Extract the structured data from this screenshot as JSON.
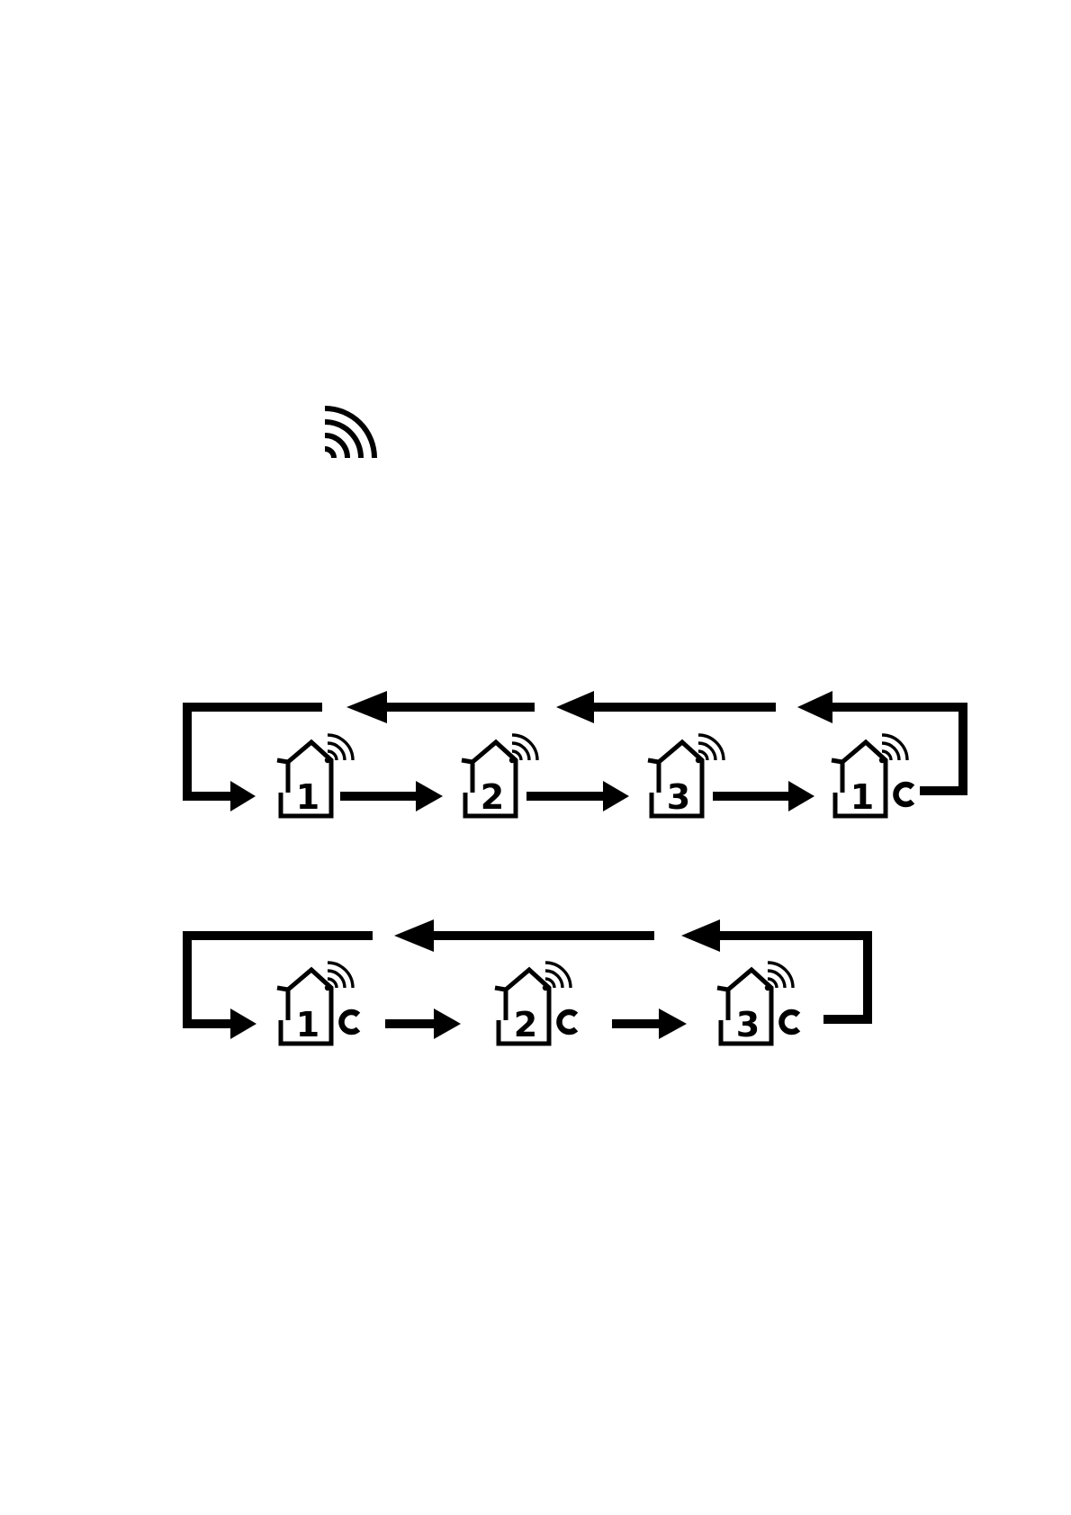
{
  "colors": {
    "ink": "#000000",
    "background": "#ffffff"
  },
  "signal_icon": {
    "icon": "wireless-signal-icon"
  },
  "rows": [
    {
      "steps": [
        {
          "channel": "1",
          "icon": "house-signal-icon",
          "suffix": ""
        },
        {
          "channel": "2",
          "icon": "house-signal-icon",
          "suffix": ""
        },
        {
          "channel": "3",
          "icon": "house-signal-icon",
          "suffix": ""
        },
        {
          "channel": "1",
          "icon": "house-signal-icon",
          "suffix": "C"
        }
      ]
    },
    {
      "steps": [
        {
          "channel": "1",
          "icon": "house-signal-icon",
          "suffix": "C"
        },
        {
          "channel": "2",
          "icon": "house-signal-icon",
          "suffix": "C"
        },
        {
          "channel": "3",
          "icon": "house-signal-icon",
          "suffix": "C"
        }
      ]
    }
  ]
}
